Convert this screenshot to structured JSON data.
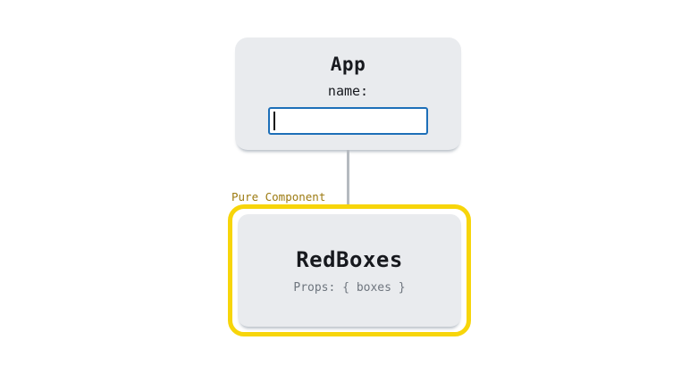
{
  "app_component": {
    "title": "App",
    "input_label": "name:",
    "input_value": ""
  },
  "redboxes_component": {
    "annotation": "Pure Component",
    "title": "RedBoxes",
    "props_text": "Props: { boxes }"
  },
  "colors": {
    "component_box_bg": "#e9ebee",
    "highlight_yellow": "#f7d50a",
    "annotation_text": "#9c7a10",
    "input_border_focused": "#1d6fb8",
    "connector_line": "#b5bac0",
    "title_text": "#17191e",
    "props_text": "#6e757e"
  }
}
